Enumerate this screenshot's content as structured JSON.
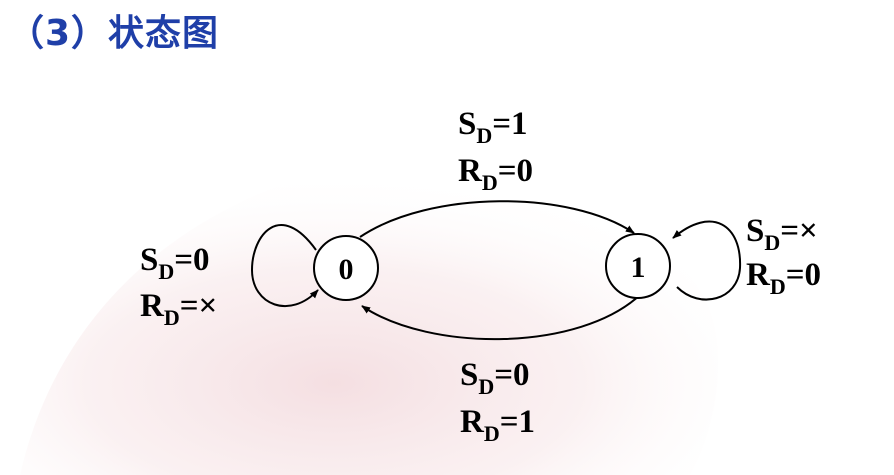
{
  "title": "（3）状态图",
  "diagram": {
    "states": [
      {
        "id": "s0",
        "label": "0"
      },
      {
        "id": "s1",
        "label": "1"
      }
    ],
    "transitions": [
      {
        "from": "0",
        "to": "1",
        "line1": {
          "main": "S",
          "sub": "D",
          "value": "=1"
        },
        "line2": {
          "main": "R",
          "sub": "D",
          "value": "=0"
        }
      },
      {
        "from": "1",
        "to": "0",
        "line1": {
          "main": "S",
          "sub": "D",
          "value": "=0"
        },
        "line2": {
          "main": "R",
          "sub": "D",
          "value": "=1"
        }
      },
      {
        "from": "0",
        "to": "0",
        "line1": {
          "main": "S",
          "sub": "D",
          "value": "=0"
        },
        "line2": {
          "main": "R",
          "sub": "D",
          "value": "=×"
        }
      },
      {
        "from": "1",
        "to": "1",
        "line1": {
          "main": "S",
          "sub": "D",
          "value": "=×"
        },
        "line2": {
          "main": "R",
          "sub": "D",
          "value": "=0"
        }
      }
    ]
  },
  "colors": {
    "title": "#1f3fa8",
    "ink": "#000000",
    "background_wash": "#f3d9dc"
  }
}
